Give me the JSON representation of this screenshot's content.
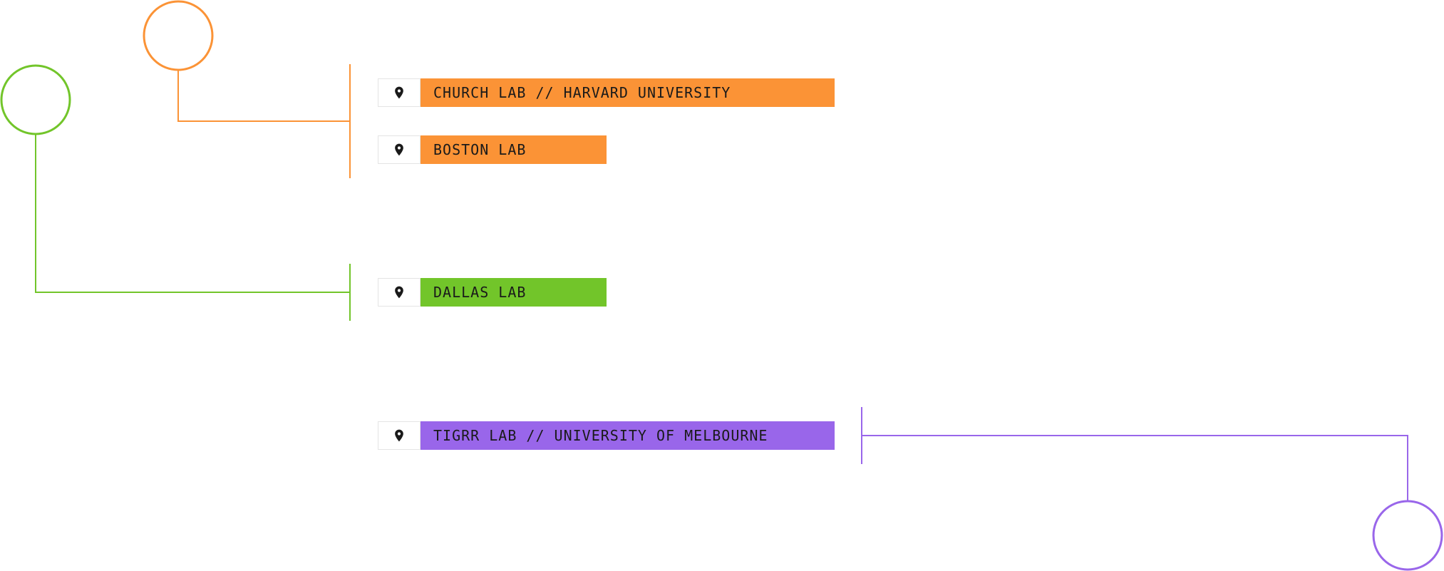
{
  "colors": {
    "orange": "#FB9336",
    "green": "#72C52A",
    "purple": "#9966EA",
    "pin": "#1a1a1a"
  },
  "labs": [
    {
      "label": "CHURCH LAB // HARVARD UNIVERSITY",
      "icon": "map-pin-icon",
      "color": "orange"
    },
    {
      "label": "BOSTON LAB",
      "icon": "map-pin-icon",
      "color": "orange"
    },
    {
      "label": "DALLAS LAB",
      "icon": "map-pin-icon",
      "color": "green"
    },
    {
      "label": "TIGRR LAB // UNIVERSITY OF MELBOURNE",
      "icon": "map-pin-icon",
      "color": "purple"
    }
  ]
}
